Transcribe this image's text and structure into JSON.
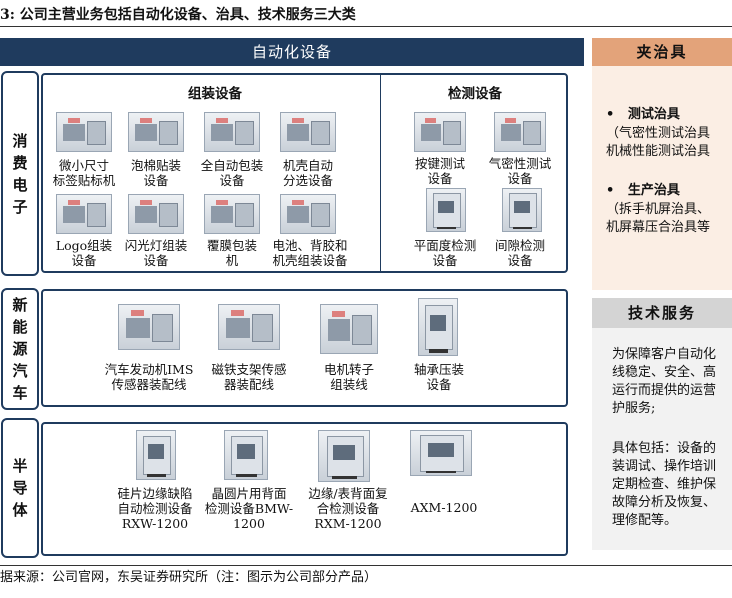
{
  "header": {
    "title": "3: 公司主营业务包括自动化设备、治具、技术服务三大类"
  },
  "automation": {
    "band": "自动化设备"
  },
  "categories": {
    "consumer": [
      "消",
      "费",
      "电",
      "子"
    ],
    "newenergy": [
      "新",
      "能",
      "源",
      "汽",
      "车"
    ],
    "semi": [
      "半",
      "导",
      "体"
    ]
  },
  "assembly": {
    "heading": "组装设备",
    "items": [
      {
        "lines": [
          "微小尺寸",
          "标签贴标机"
        ]
      },
      {
        "lines": [
          "泡棉贴装",
          "设备"
        ]
      },
      {
        "lines": [
          "全自动包装",
          "设备"
        ]
      },
      {
        "lines": [
          "机壳自动",
          "分选设备"
        ]
      },
      {
        "lines": [
          "Logo组装",
          "设备"
        ]
      },
      {
        "lines": [
          "闪光灯组装",
          "设备"
        ]
      },
      {
        "lines": [
          "覆膜包装",
          "机"
        ]
      },
      {
        "lines": [
          "电池、背胶和",
          "机壳组装设备"
        ]
      }
    ]
  },
  "inspection": {
    "heading": "检测设备",
    "items": [
      {
        "lines": [
          "按键测试",
          "设备"
        ]
      },
      {
        "lines": [
          "气密性测试",
          "设备"
        ]
      },
      {
        "lines": [
          "平面度检测",
          "设备"
        ]
      },
      {
        "lines": [
          "间隙检测",
          "设备"
        ]
      }
    ]
  },
  "newenergy_items": [
    {
      "lines": [
        "汽车发动机IMS",
        "传感器装配线"
      ]
    },
    {
      "lines": [
        "磁铁支架传感",
        "器装配线"
      ]
    },
    {
      "lines": [
        "电机转子",
        "组装线"
      ]
    },
    {
      "lines": [
        "轴承压装",
        "设备"
      ]
    }
  ],
  "semi_items": [
    {
      "lines": [
        "硅片边缘缺陷",
        "自动检测设备",
        "RXW-1200"
      ]
    },
    {
      "lines": [
        "晶圆片用背面",
        "检测设备BMW-",
        "1200"
      ]
    },
    {
      "lines": [
        "边缘/表背面复",
        "合检测设备",
        "RXM-1200"
      ]
    },
    {
      "lines": [
        "AXM-1200"
      ]
    }
  ],
  "fixtures": {
    "heading": "夹治具",
    "bullet1": "测试治具",
    "bullet1_detail": [
      "（气密性测试治具",
      "机械性能测试治具"
    ],
    "bullet2": "生产治具",
    "bullet2_detail": [
      "（拆手机屏治具、",
      "机屏幕压合治具等"
    ]
  },
  "services": {
    "heading": "技术服务",
    "para1": [
      "为保障客户自动化",
      "线稳定、安全、高",
      "运行而提供的运营",
      "护服务;"
    ],
    "para2": [
      "具体包括：设备的",
      "装调试、操作培训",
      "定期检查、维护保",
      "故障分析及恢复、",
      "理修配等。"
    ]
  },
  "footer": {
    "source": "据来源：公司官网，东吴证券研究所（注：图示为公司部分产品）"
  }
}
